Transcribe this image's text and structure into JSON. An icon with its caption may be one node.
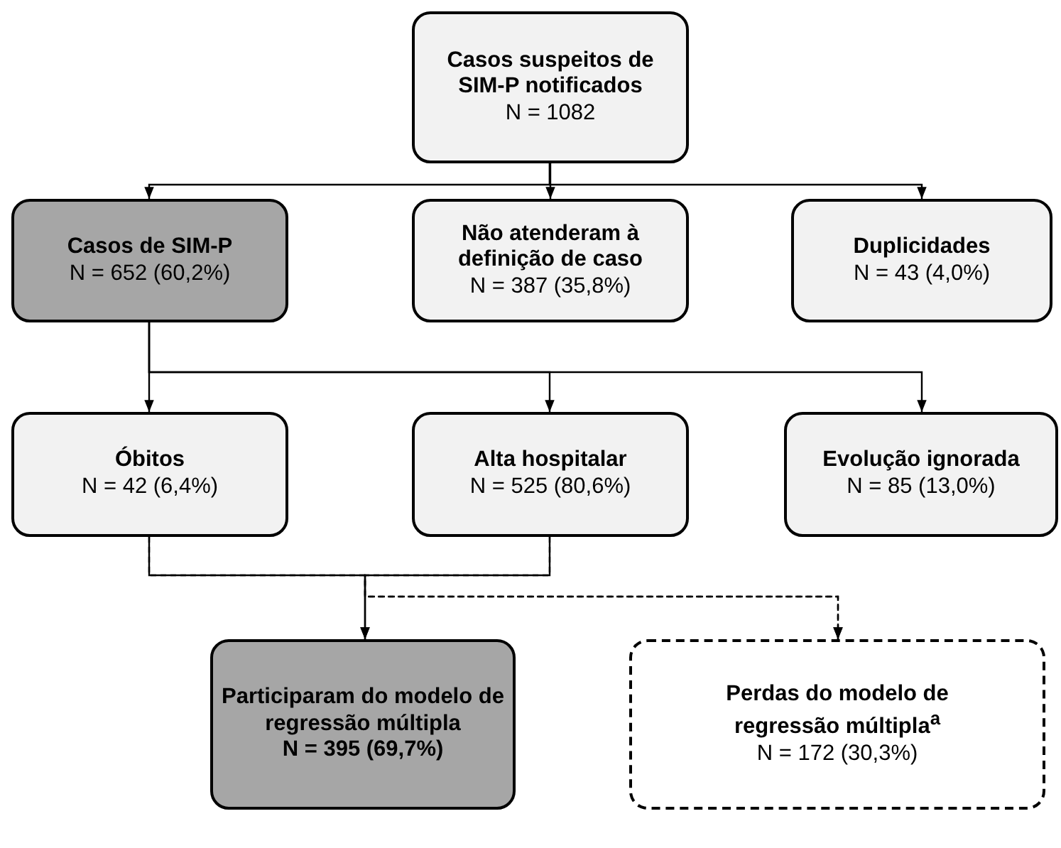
{
  "diagram": {
    "nodes": [
      {
        "text": [
          "Casos suspeitos de SIM-P notificados",
          "N = 1082"
        ]
      },
      {
        "text": [
          "Casos de SIM-P",
          "N = 652 (60,2%)"
        ]
      },
      {
        "text": [
          "Não atenderam à definição de caso",
          "N = 387 (35,8%)"
        ]
      },
      {
        "text": [
          "Duplicidades",
          "N = 43 (4,0%)"
        ]
      },
      {
        "text": [
          "Óbitos",
          "N = 42 (6,4%)"
        ]
      },
      {
        "text": [
          "Alta hospitalar",
          "N = 525 (80,6%)"
        ]
      },
      {
        "text": [
          "Evolução ignorada",
          "N = 85 (13,0%)"
        ]
      },
      {
        "text": [
          "Participaram do modelo de regressão múltipla",
          "N = 395 (69,7%)"
        ]
      },
      {
        "text": [
          "Perdas do modelo de regressão múltipla$^{a}$",
          "N = 172 (30,3%)"
        ]
      }
    ],
    "edges": [
      {
        "from": 0,
        "to": 1,
        "arrow": "to"
      },
      {
        "from": 0,
        "to": 2,
        "arrow": "to"
      },
      {
        "from": 0,
        "to": 3,
        "arrow": "to"
      },
      {
        "from": 1,
        "to": 4,
        "arrow": "to"
      },
      {
        "from": 1,
        "to": 5,
        "arrow": "to"
      },
      {
        "from": 1,
        "to": 6,
        "arrow": "to"
      },
      {
        "from": 4,
        "to": 7,
        "arrow": "to"
      },
      {
        "from": 5,
        "to": 7,
        "arrow": "to"
      },
      {
        "from": 4,
        "to": 8,
        "arrow": "to",
        "style": "dashed"
      },
      {
        "from": 5,
        "to": 8,
        "arrow": "to",
        "style": "dashed"
      }
    ]
  }
}
